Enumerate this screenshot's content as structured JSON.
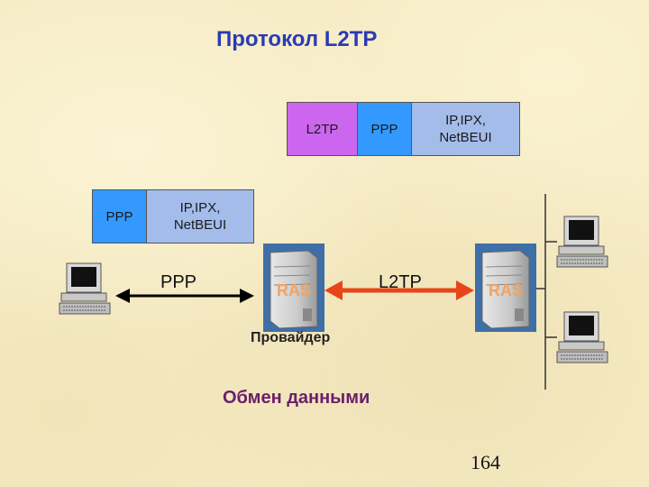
{
  "title": "Протокол L2TP",
  "top_stack": [
    {
      "text": "L2TP",
      "color": "#CC66EE"
    },
    {
      "text": "PPP",
      "color": "#3399FF"
    },
    {
      "text": "IP,IPX,\nNetBEUI",
      "color": "#A4BCEA"
    }
  ],
  "left_stack": [
    {
      "text": "PPP",
      "color": "#3399FF"
    },
    {
      "text": "IP,IPX,\nNetBEUI",
      "color": "#A4BCEA"
    }
  ],
  "links": {
    "ppp_label": "PPP",
    "l2tp_label": "L2TP"
  },
  "servers": {
    "provider_ras": "RAS",
    "remote_ras": "RAS"
  },
  "provider_label": "Провайдер",
  "footer_caption": "Обмен данными",
  "page_number": "164",
  "colors": {
    "title": "#2B3BB5",
    "caption": "#6B1E6B",
    "ppp_arrow": "#000000",
    "l2tp_arrow": "#E8451A",
    "ras_label": "#F5A25D",
    "background": "#F6EBC4"
  },
  "icons": [
    "computer-icon",
    "server-icon",
    "computer-icon",
    "computer-icon"
  ]
}
